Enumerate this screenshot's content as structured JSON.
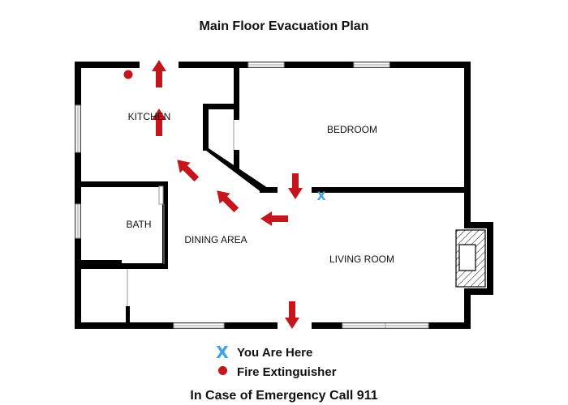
{
  "title": "Main Floor Evacuation Plan",
  "footer": "In Case of Emergency Call 911",
  "rooms": {
    "kitchen": "KITCHEN",
    "bedroom": "BEDROOM",
    "bath": "BATH",
    "dining": "DINING AREA",
    "living": "LIVING ROOM"
  },
  "legend": {
    "you_are_here": "You Are Here",
    "fire_extinguisher": "Fire Extinguisher"
  },
  "colors": {
    "wall": "#000000",
    "arrow": "#c4161c",
    "you_are_here": "#3aa3e3",
    "extinguisher": "#c4161c"
  }
}
